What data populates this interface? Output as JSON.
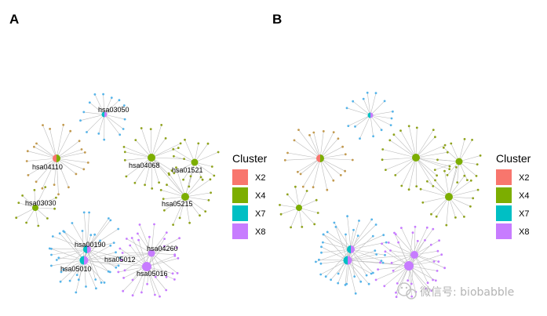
{
  "panels": [
    {
      "letter": "A",
      "hub_labels": [
        "hsa03050",
        "hsa04110",
        "hsa04068",
        "hsa01521",
        "hsa05215",
        "hsa03030",
        "hsa00190",
        "hsa05012",
        "hsa04260",
        "hsa05010",
        "hsa05016"
      ]
    },
    {
      "letter": "B"
    }
  ],
  "legend": {
    "title": "Cluster",
    "items": [
      {
        "label": "X2",
        "color": "#F8766D"
      },
      {
        "label": "X4",
        "color": "#7CAE00"
      },
      {
        "label": "X7",
        "color": "#00BFC4"
      },
      {
        "label": "X8",
        "color": "#C77CFF"
      }
    ]
  },
  "leaf_colors": {
    "blue": "#56B4E9",
    "olive": "#8FA31D",
    "tan": "#C29A4F",
    "purple": "#C77CFF"
  },
  "edge_color": "#bdbdbd",
  "watermark": {
    "text": "微信号: biobabble"
  }
}
